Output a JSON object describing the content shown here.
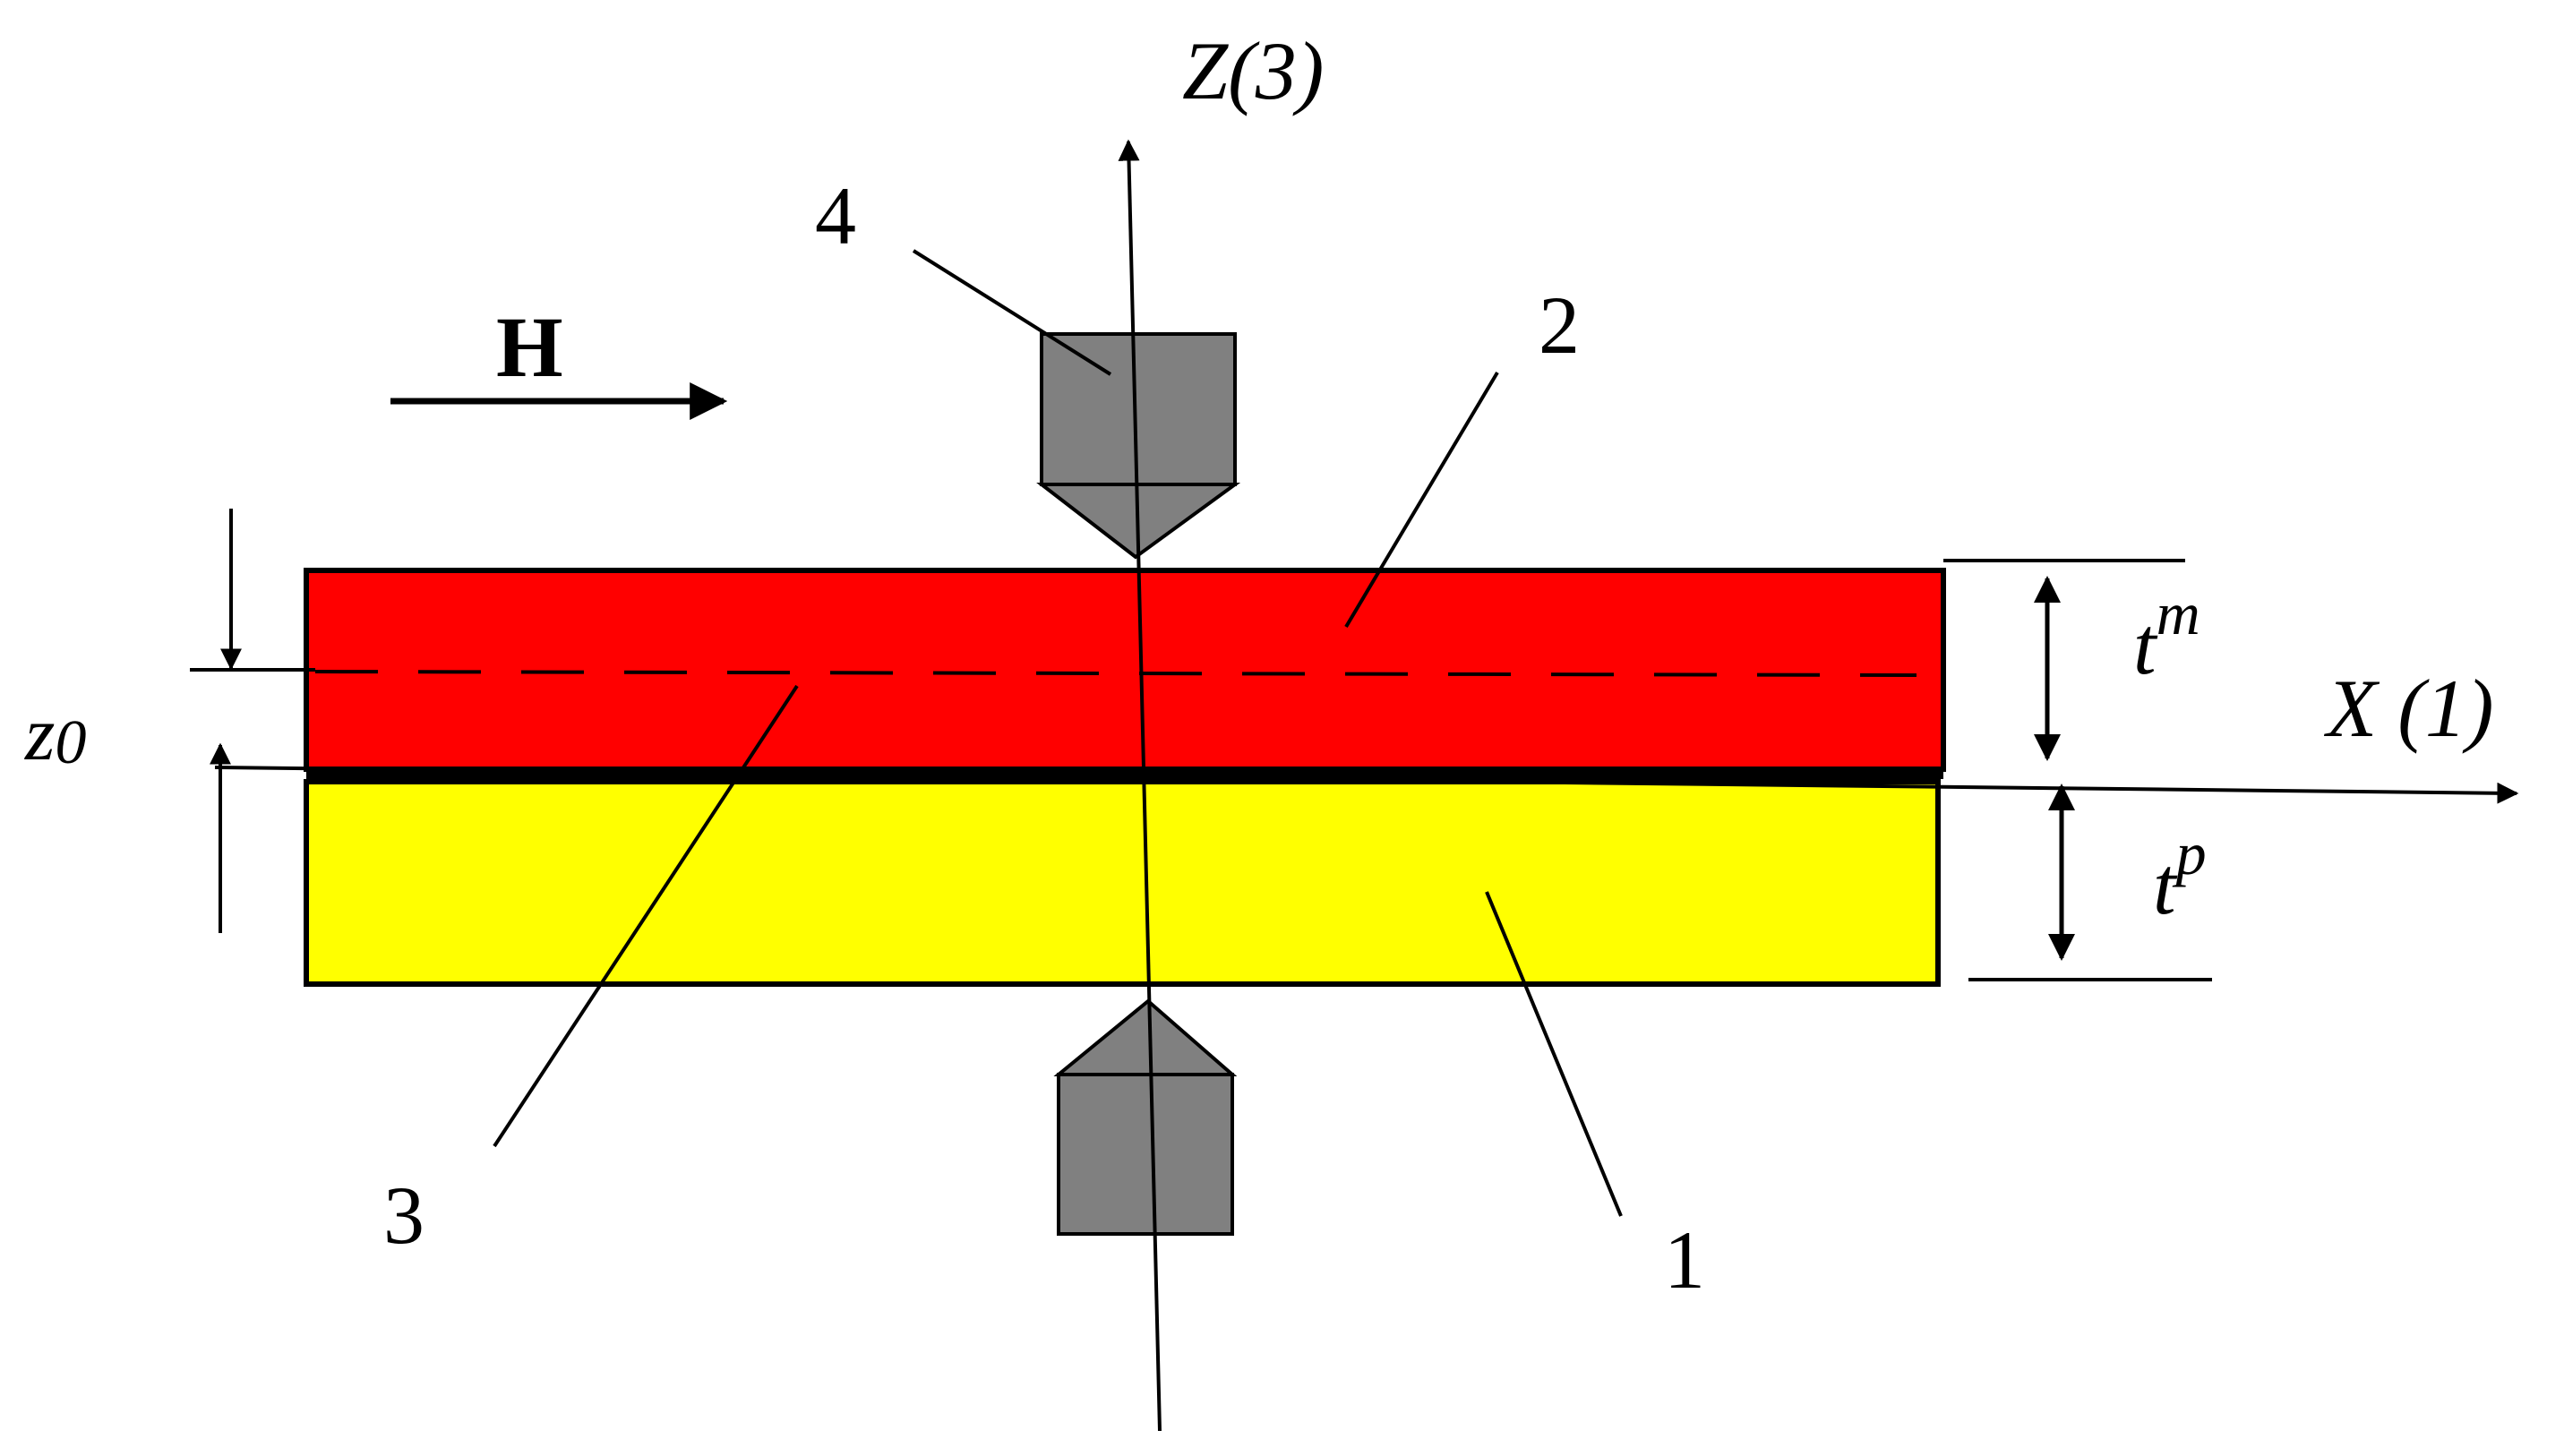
{
  "labels": {
    "z_axis": "Z(3)",
    "x_axis": "X (1)",
    "field": "H",
    "num1": "1",
    "num2": "2",
    "num3": "3",
    "num4": "4",
    "z0_base": "z",
    "z0_sub": "0",
    "tm_base": "t",
    "tm_sup": "m",
    "tp_base": "t",
    "tp_sup": "p"
  },
  "colors": {
    "magnetostrictive_layer": "#ff0000",
    "piezoelectric_layer": "#ffff00",
    "electrode": "#808080",
    "line": "#000000"
  }
}
